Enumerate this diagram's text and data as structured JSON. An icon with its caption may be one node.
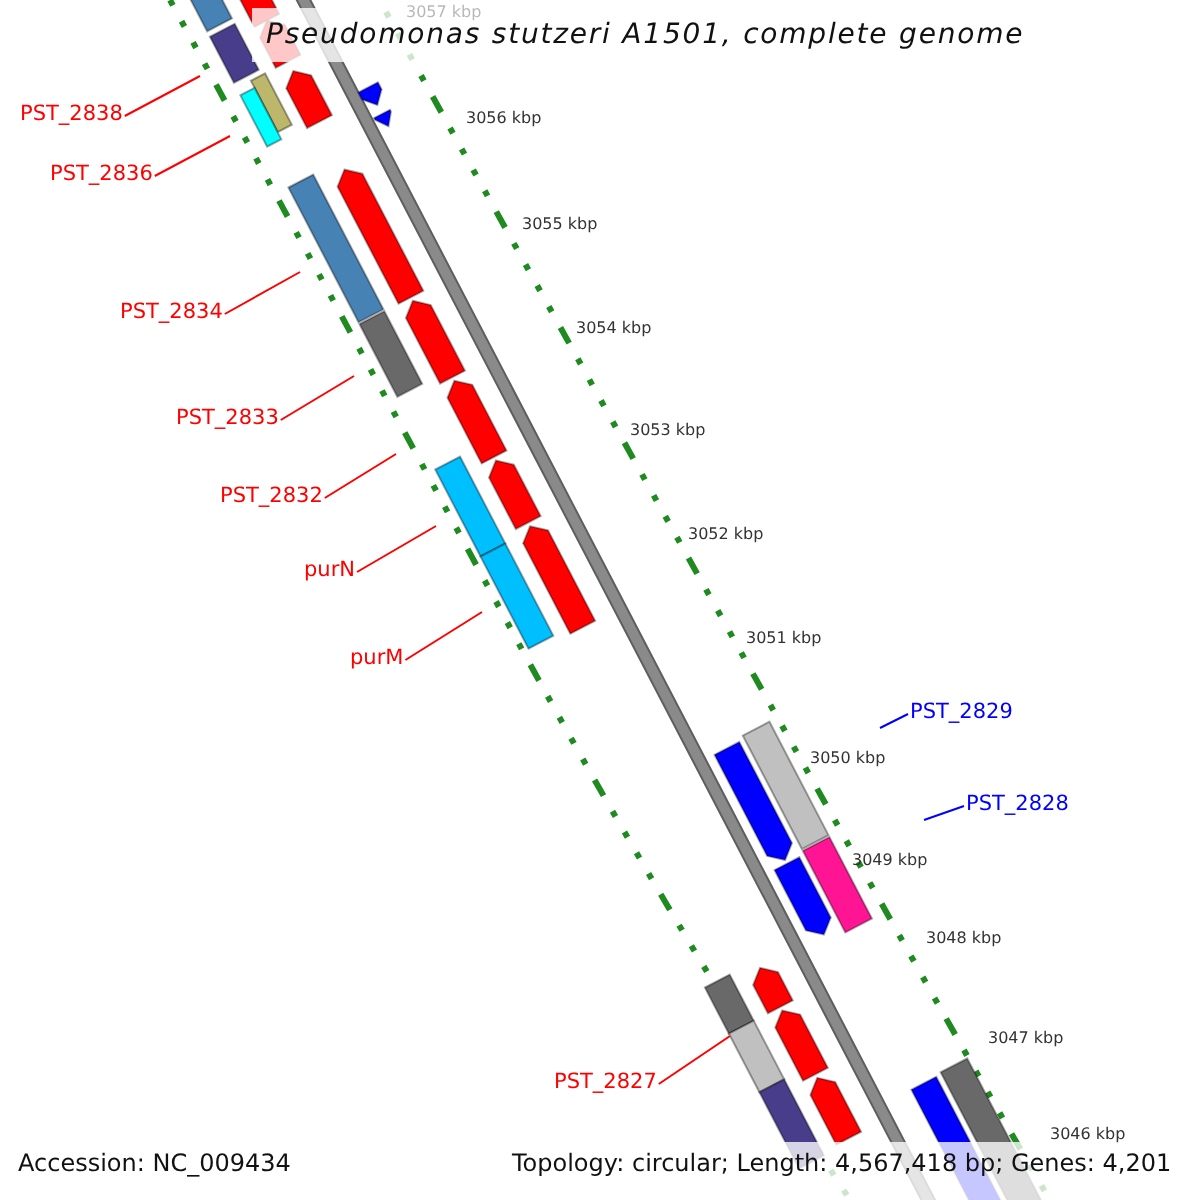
{
  "diagram": {
    "title": "Pseudomonas stutzeri A1501, complete genome",
    "nodes": [
      {
        "text": [
          "PST_2838"
        ]
      },
      {
        "text": [
          "PST_2836"
        ]
      },
      {
        "text": [
          "PST_2834"
        ]
      },
      {
        "text": [
          "PST_2833"
        ]
      },
      {
        "text": [
          "PST_2832"
        ]
      },
      {
        "text": [
          "purN"
        ]
      },
      {
        "text": [
          "purM"
        ]
      },
      {
        "text": [
          "PST_2829"
        ]
      },
      {
        "text": [
          "PST_2828"
        ]
      },
      {
        "text": [
          "PST_2827"
        ]
      }
    ],
    "edges": [
      {
        "from": 0,
        "to": null,
        "arrow": "none"
      },
      {
        "from": 1,
        "to": null,
        "arrow": "none"
      },
      {
        "from": 2,
        "to": null,
        "arrow": "none"
      },
      {
        "from": 3,
        "to": null,
        "arrow": "none"
      },
      {
        "from": 4,
        "to": null,
        "arrow": "none"
      },
      {
        "from": 5,
        "to": null,
        "arrow": "none"
      },
      {
        "from": 6,
        "to": null,
        "arrow": "none"
      },
      {
        "from": 7,
        "to": null,
        "arrow": "none",
        "color": "#0000ff"
      },
      {
        "from": 8,
        "to": null,
        "arrow": "none",
        "color": "#0000ff"
      },
      {
        "from": 9,
        "to": null,
        "arrow": "none"
      }
    ],
    "labels": [
      "3057 kbp",
      "3056 kbp",
      "3055 kbp",
      "3054 kbp",
      "3053 kbp",
      "3052 kbp",
      "3051 kbp",
      "3050 kbp",
      "3049 kbp",
      "3048 kbp",
      "3047 kbp",
      "3046 kbp",
      "Accession: NC_009434",
      "Topology: circular; Length: 4,567,418 bp; Genes: 4,201"
    ]
  }
}
